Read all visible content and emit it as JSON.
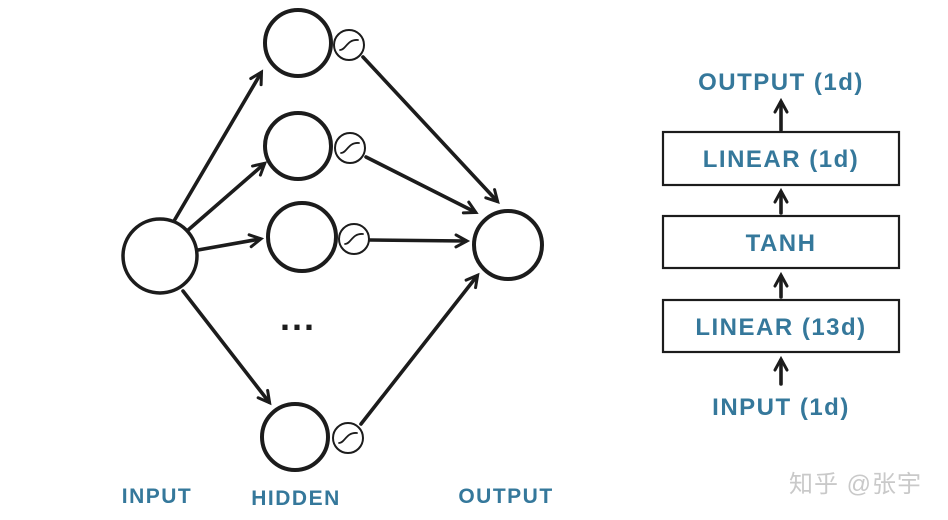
{
  "colors": {
    "ink": "#1c1c1c",
    "accent": "#35789B",
    "watermark": "#c9c9c9",
    "background": "#ffffff"
  },
  "network": {
    "layer_labels": {
      "input": "INPUT",
      "hidden": "HIDDEN",
      "output": "OUTPUT"
    },
    "ellipsis": "...",
    "input_node_count": 1,
    "hidden_nodes_shown": 4,
    "output_node_count": 1
  },
  "block_diagram": {
    "output_label": "OUTPUT (1d)",
    "blocks": [
      "LINEAR (1d)",
      "TANH",
      "LINEAR (13d)"
    ],
    "input_label": "INPUT (1d)"
  },
  "watermark": "知乎 @张宇"
}
